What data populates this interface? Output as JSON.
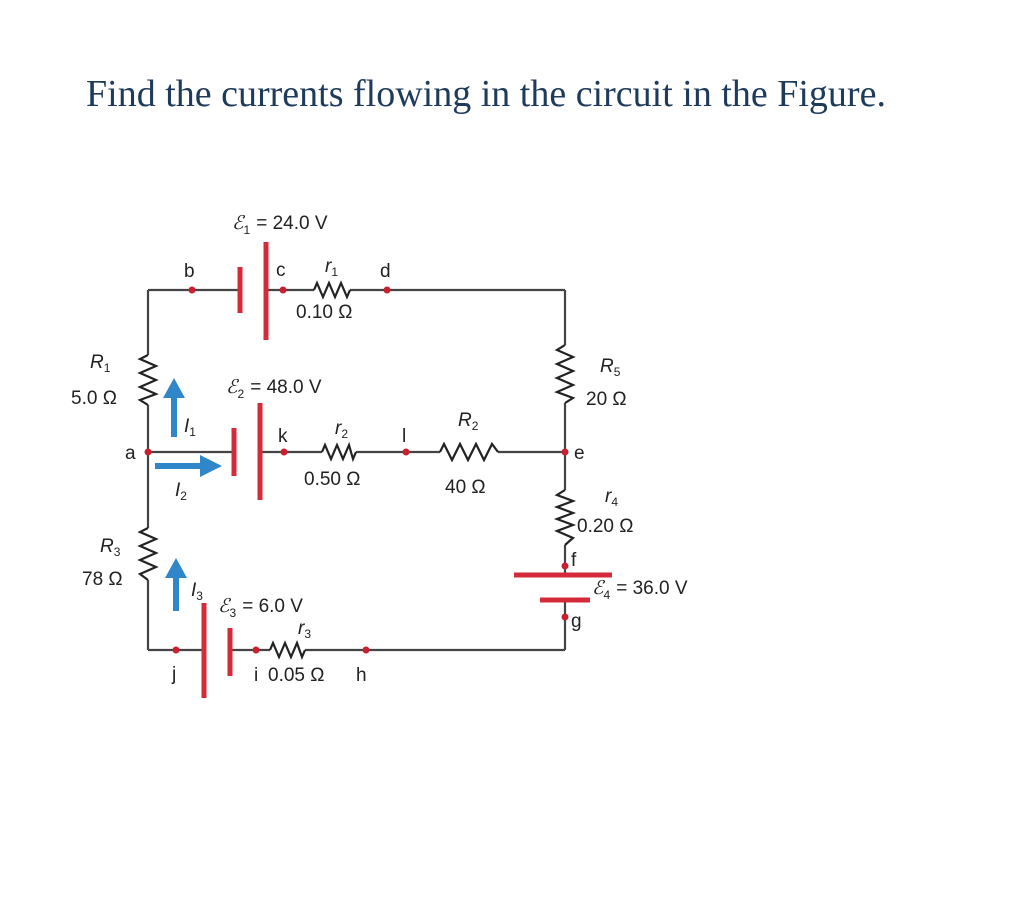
{
  "question": "Find the currents flowing in the circuit in the Figure.",
  "colors": {
    "question_text": "#1f3b5c",
    "battery": "#d42a3a",
    "node": "#c8202f",
    "current_arrow": "#2f86c8",
    "wire": "#444444"
  },
  "nodes": [
    "a",
    "b",
    "c",
    "d",
    "e",
    "f",
    "g",
    "h",
    "i",
    "j",
    "k",
    "l"
  ],
  "emf1": {
    "symbol": "ℰ",
    "sub": "1",
    "value": "= 24.0 V"
  },
  "emf2": {
    "symbol": "ℰ",
    "sub": "2",
    "value": "= 48.0 V"
  },
  "emf3": {
    "symbol": "ℰ",
    "sub": "3",
    "value": "= 6.0 V"
  },
  "emf4": {
    "symbol": "ℰ",
    "sub": "4",
    "value": "= 36.0 V"
  },
  "r1": {
    "symbol": "r",
    "sub": "1",
    "value": "0.10 Ω"
  },
  "r2": {
    "symbol": "r",
    "sub": "2",
    "value": "0.50 Ω"
  },
  "r3": {
    "symbol": "r",
    "sub": "3",
    "value": "0.05 Ω"
  },
  "r4": {
    "symbol": "r",
    "sub": "4",
    "value": "0.20 Ω"
  },
  "R1": {
    "symbol": "R",
    "sub": "1",
    "value": "5.0 Ω"
  },
  "R2": {
    "symbol": "R",
    "sub": "2",
    "value": "40 Ω"
  },
  "R3": {
    "symbol": "R",
    "sub": "3",
    "value": "78 Ω"
  },
  "R5": {
    "symbol": "R",
    "sub": "5",
    "value": "20 Ω"
  },
  "I1": {
    "symbol": "I",
    "sub": "1"
  },
  "I2": {
    "symbol": "I",
    "sub": "2"
  },
  "I3": {
    "symbol": "I",
    "sub": "3"
  }
}
